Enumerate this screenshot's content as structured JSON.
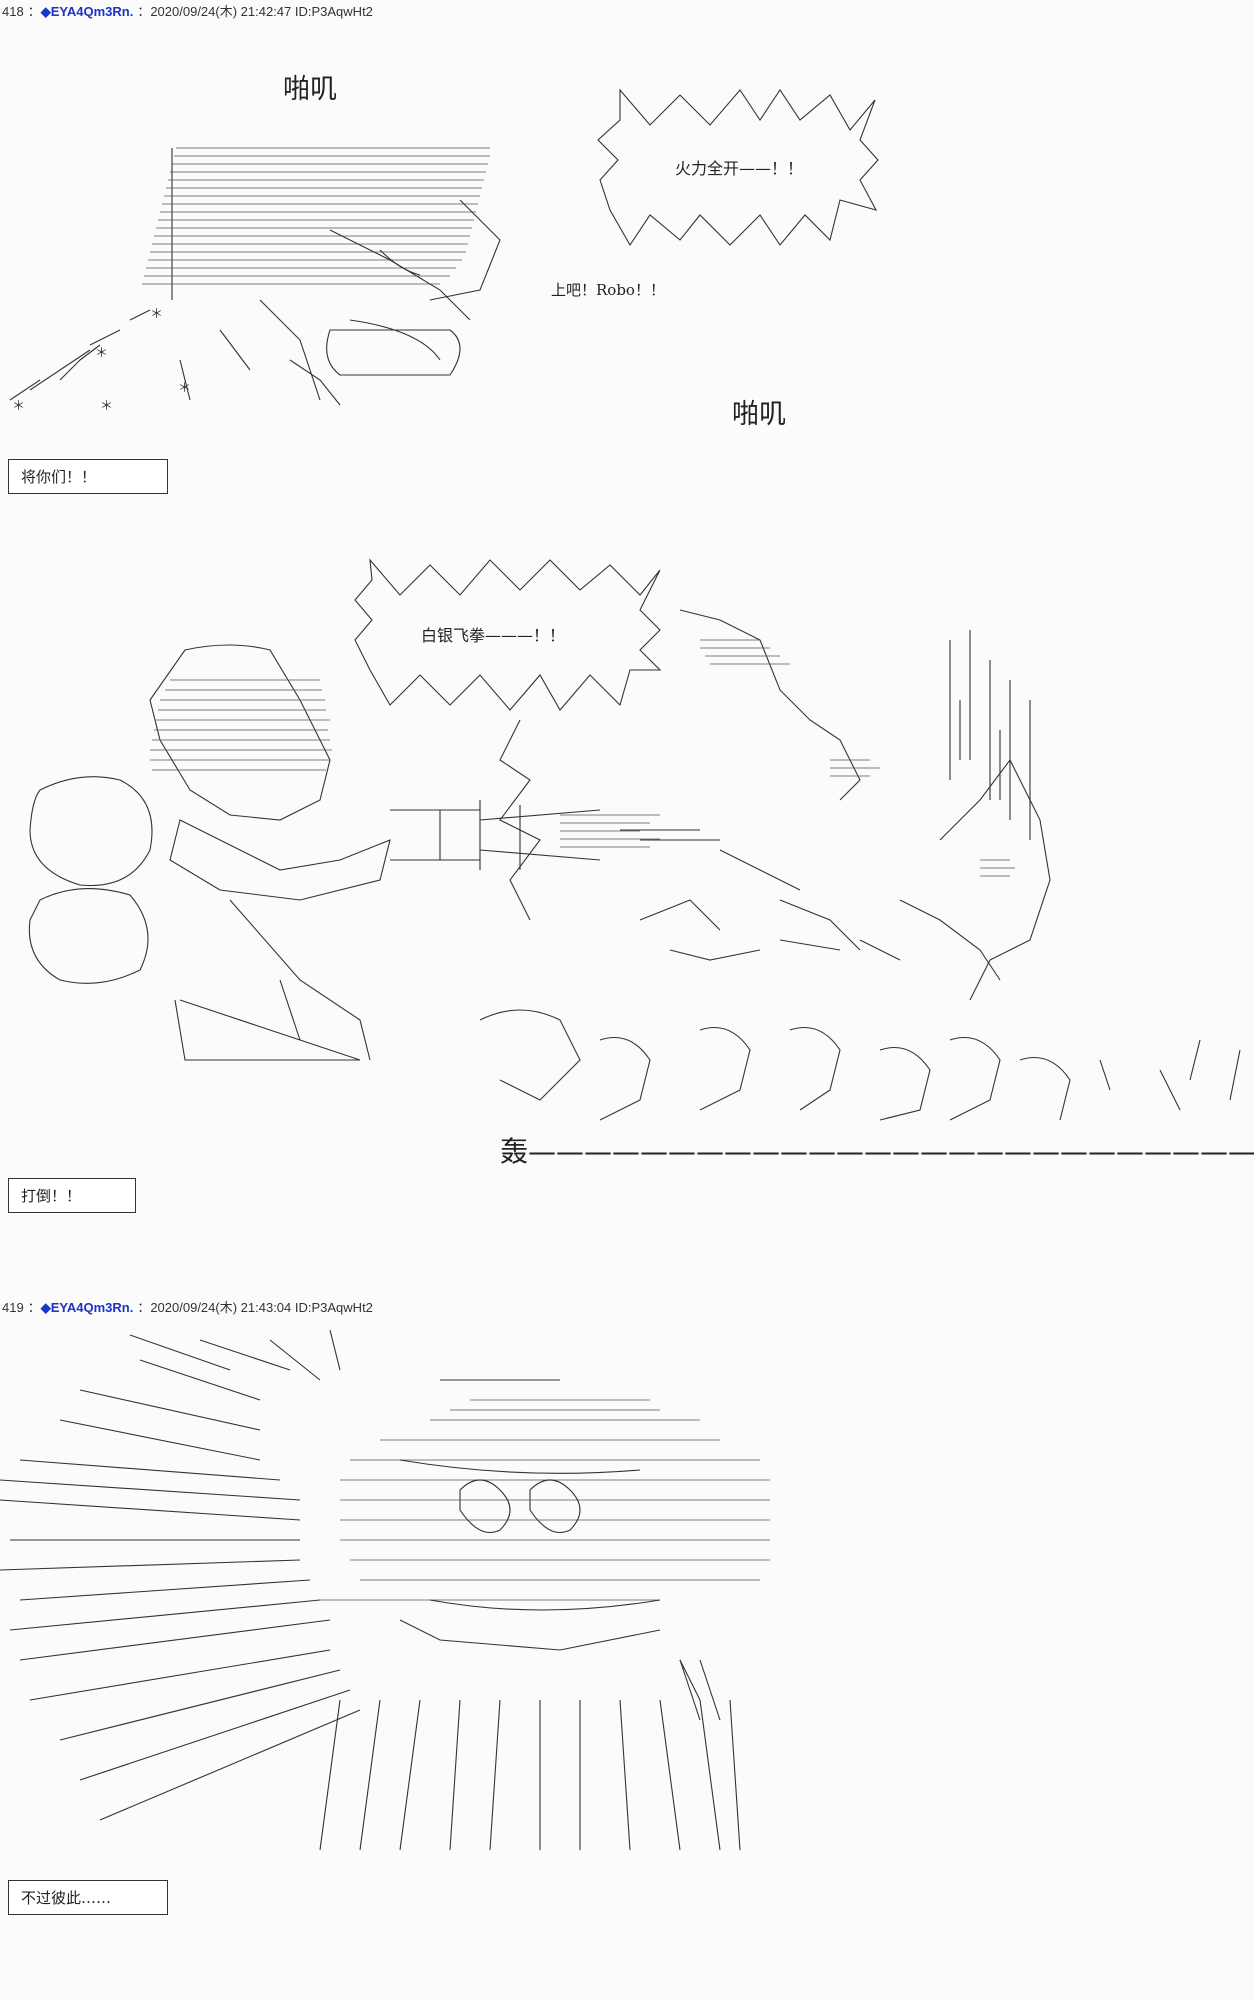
{
  "posts": [
    {
      "number": "418",
      "separator": "：",
      "name": "◆EYA4Qm3Rn.",
      "meta": "：2020/09/24(木) 21:42:47 ID:P3AqwHt2",
      "sfx_top": "啪叽",
      "bubble1": "火力全开——！！",
      "line_robo": "上吧！Robo！！",
      "sfx_mid": "啪叽",
      "caption1": "将你们！！",
      "bubble2": "白银飞拳———！！",
      "boom": "轰——————————————————————————！！",
      "caption2": "打倒！！"
    },
    {
      "number": "419",
      "separator": "：",
      "name": "◆EYA4Qm3Rn.",
      "meta": "：2020/09/24(木) 21:43:04 ID:P3AqwHt2",
      "caption3": "不过彼此……"
    }
  ]
}
